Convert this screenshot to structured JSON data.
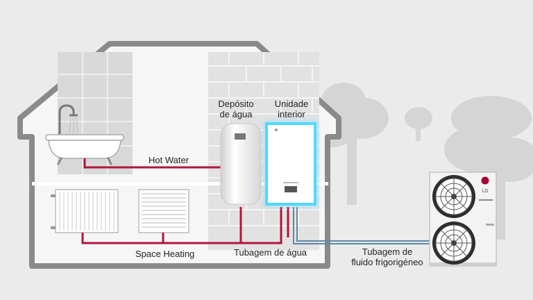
{
  "labels": {
    "water_tank": [
      "Depósito",
      "de água"
    ],
    "indoor_unit": [
      "Unidade",
      "interior"
    ],
    "hot_water": "Hot Water",
    "space_heating": "Space Heating",
    "water_piping": "Tubagem de água",
    "refrigerant_piping": [
      "Tubagem de",
      "fluido frigorigéneo"
    ],
    "brand": "LG"
  },
  "colors": {
    "background": "#ebebeb",
    "house_outline": "#8a8a8a",
    "water_pipe": "#b0163c",
    "refrigerant_pipe": "#5d88a8",
    "indoor_unit_glow": "#4fd9ff",
    "brand": "#a50034"
  },
  "icons": [
    "bathtub-icon",
    "shower-head-icon",
    "radiator-icon",
    "underfloor-heating-icon",
    "tree-icon"
  ]
}
